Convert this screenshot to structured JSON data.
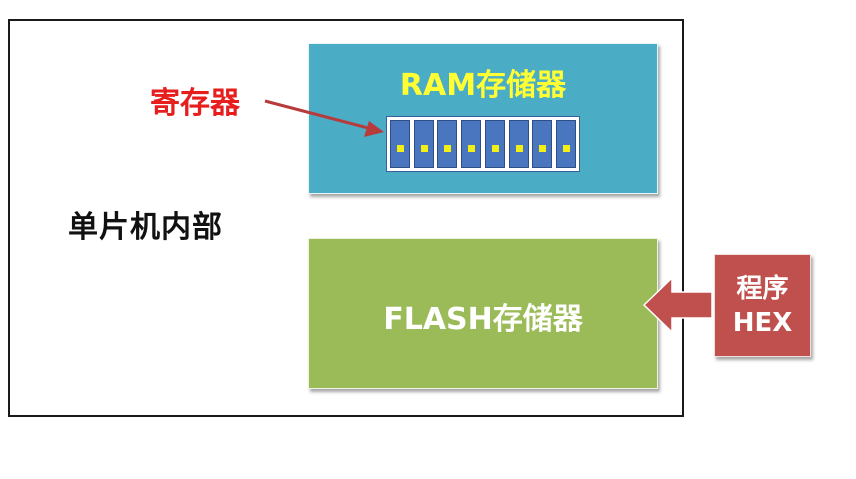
{
  "diagram": {
    "mcu_label": "单片机内部",
    "ram": {
      "title": "RAM存储器",
      "register_count": 8
    },
    "flash": {
      "title": "FLASH存储器"
    },
    "register_label": "寄存器",
    "program": {
      "line1": "程序",
      "line2": "HEX"
    },
    "colors": {
      "ram_fill": "#4bacc6",
      "ram_title": "#ffff33",
      "flash_fill": "#9bbb59",
      "program_fill": "#c0504d",
      "register_label": "#e61e1e",
      "register_cell": "#4a76c0",
      "register_bit": "#f4f016"
    }
  }
}
